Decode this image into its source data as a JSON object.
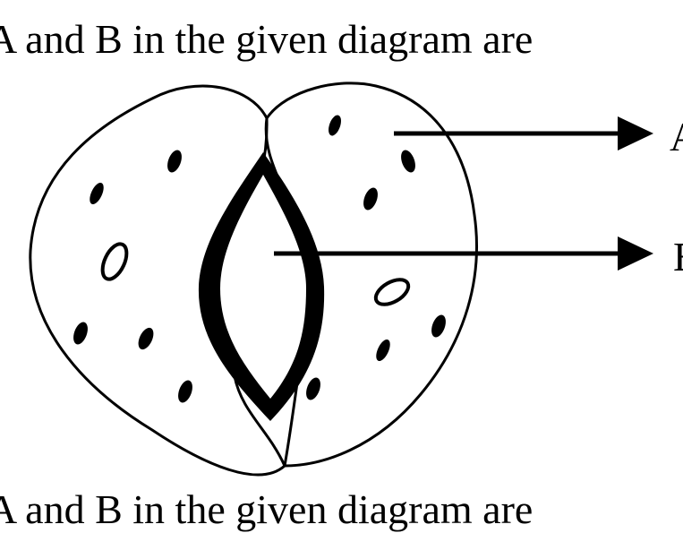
{
  "question": {
    "top_text": "A and B in the given diagram are",
    "bottom_text": "A and B in the given diagram are"
  },
  "diagram": {
    "labels": [
      "A",
      "B"
    ],
    "stroke_color": "#000000",
    "background": "#ffffff"
  }
}
